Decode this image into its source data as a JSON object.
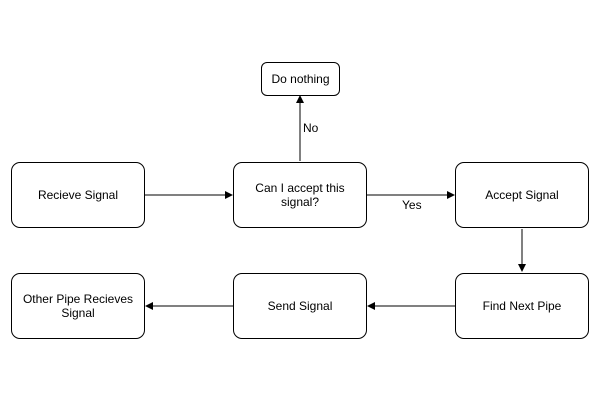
{
  "nodes": {
    "receive": "Recieve Signal",
    "decision": "Can I accept this signal?",
    "do_nothing": "Do nothing",
    "accept": "Accept Signal",
    "find_next": "Find Next Pipe",
    "send": "Send Signal",
    "other_pipe": "Other Pipe Recieves Signal"
  },
  "edge_labels": {
    "no": "No",
    "yes": "Yes"
  },
  "colors": {
    "stroke": "#000000",
    "fill": "#ffffff"
  }
}
